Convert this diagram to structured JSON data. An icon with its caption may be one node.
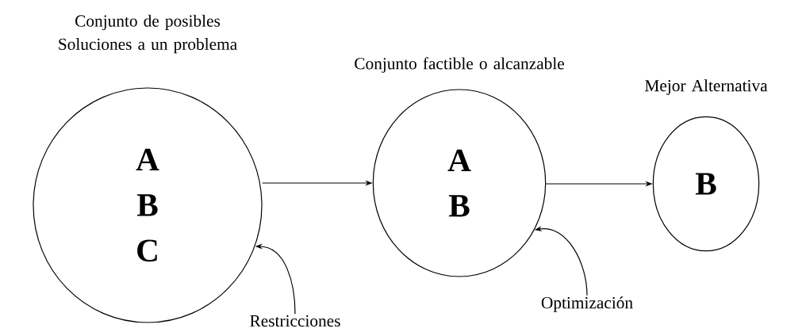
{
  "diagram": {
    "nodes": [
      {
        "text": [
          "Conjunto de posibles Soluciones a un problema",
          "A B C"
        ]
      },
      {
        "text": [
          "Conjunto factible o alcanzable",
          "A B"
        ]
      },
      {
        "text": [
          "Mejor Alternativa",
          "B"
        ]
      },
      {
        "text": [
          "Restricciones"
        ]
      },
      {
        "text": [
          "Optimización"
        ]
      }
    ],
    "edges": [
      {
        "from": 0,
        "to": 1,
        "arrow": "to"
      },
      {
        "from": 1,
        "to": 2,
        "arrow": "to"
      },
      {
        "from": 3,
        "to": 0,
        "arrow": "to"
      },
      {
        "from": 4,
        "to": 1,
        "arrow": "to"
      }
    ]
  }
}
